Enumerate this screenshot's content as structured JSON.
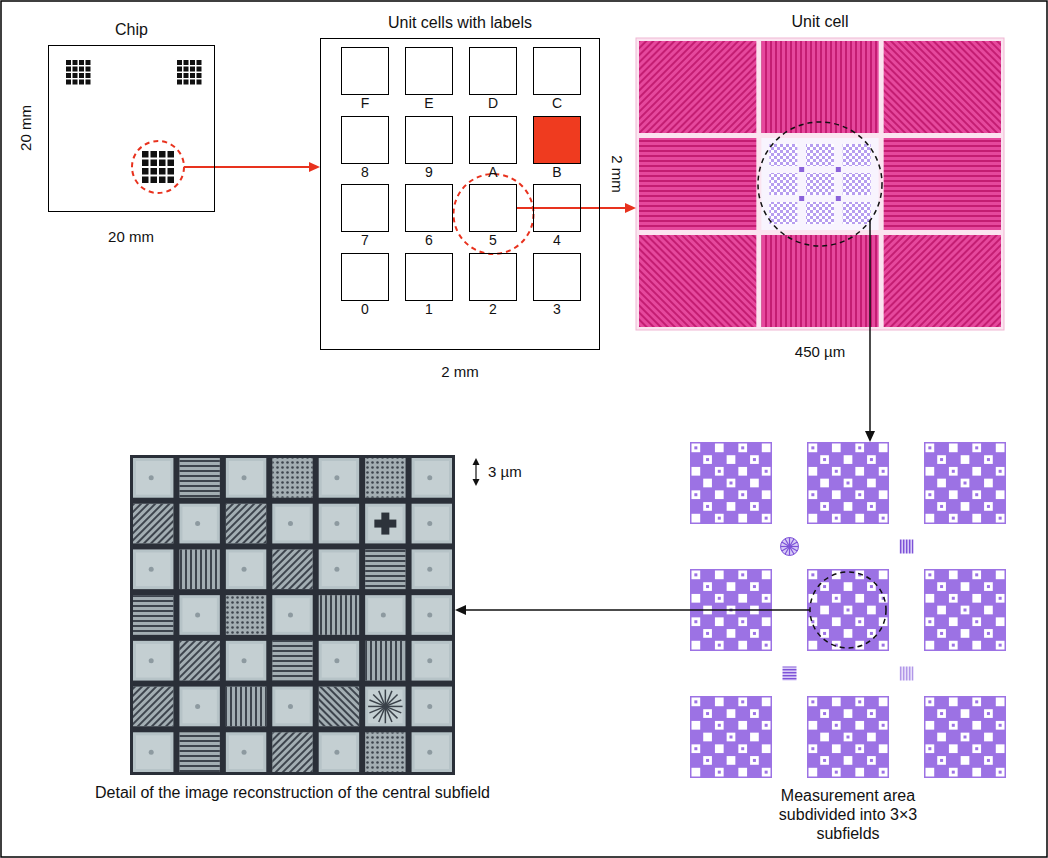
{
  "diagram": {
    "nodes": [
      {
        "text": [
          "Chip"
        ]
      },
      {
        "text": [
          "Unit cells with labels"
        ]
      },
      {
        "text": [
          "F"
        ],
        "in": 1
      },
      {
        "text": [
          "E"
        ],
        "in": 1
      },
      {
        "text": [
          "D"
        ],
        "in": 1
      },
      {
        "text": [
          "C"
        ],
        "in": 1
      },
      {
        "text": [
          "8"
        ],
        "in": 1
      },
      {
        "text": [
          "9"
        ],
        "in": 1
      },
      {
        "text": [
          "A"
        ],
        "in": 1
      },
      {
        "text": [
          "B"
        ],
        "in": 1
      },
      {
        "text": [
          "7"
        ],
        "in": 1
      },
      {
        "text": [
          "6"
        ],
        "in": 1
      },
      {
        "text": [
          "5"
        ],
        "in": 1
      },
      {
        "text": [
          "4"
        ],
        "in": 1
      },
      {
        "text": [
          "0"
        ],
        "in": 1
      },
      {
        "text": [
          "1"
        ],
        "in": 1
      },
      {
        "text": [
          "2"
        ],
        "in": 1
      },
      {
        "text": [
          "3"
        ],
        "in": 1
      },
      {
        "text": [
          "Unit cell"
        ]
      },
      {
        "text": [
          "Measurement area subdivided into 3×3 subfields"
        ]
      },
      {
        "text": [
          "Detail of the image reconstruction of the central subfield"
        ]
      }
    ],
    "edges": [
      {
        "from": 0,
        "to": 1,
        "arrow": "to"
      },
      {
        "from": 12,
        "to": 18,
        "arrow": "to"
      },
      {
        "from": 18,
        "to": 19,
        "arrow": "to"
      },
      {
        "from": 19,
        "to": 20,
        "arrow": "to"
      }
    ],
    "labels": [
      "20 mm",
      "20 mm",
      "2 mm",
      "2 mm",
      "450 µm",
      "3 µm"
    ]
  }
}
